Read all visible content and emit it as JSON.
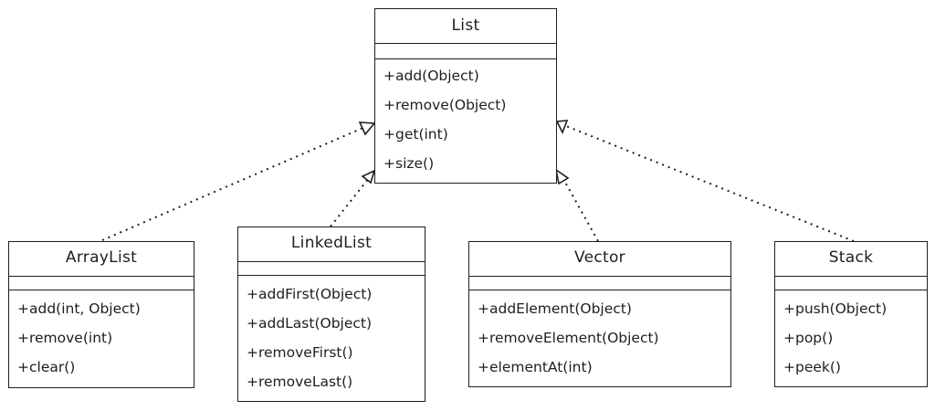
{
  "diagram": {
    "interface": {
      "name": "List",
      "methods": [
        "+add(Object)",
        "+remove(Object)",
        "+get(int)",
        "+size()"
      ]
    },
    "classes": [
      {
        "name": "ArrayList",
        "methods": [
          "+add(int, Object)",
          "+remove(int)",
          "+clear()"
        ]
      },
      {
        "name": "LinkedList",
        "methods": [
          "+addFirst(Object)",
          "+addLast(Object)",
          "+removeFirst()",
          "+removeLast()"
        ]
      },
      {
        "name": "Vector",
        "methods": [
          "+addElement(Object)",
          "+removeElement(Object)",
          "+elementAt(int)"
        ]
      },
      {
        "name": "Stack",
        "methods": [
          "+push(Object)",
          "+pop()",
          "+peek()"
        ]
      }
    ],
    "relation": "realization",
    "stroke_color": "#1e1e1e"
  }
}
